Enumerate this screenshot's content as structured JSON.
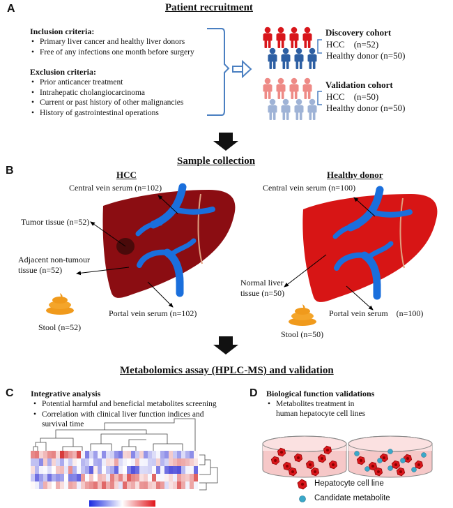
{
  "panel_a": {
    "letter": "A",
    "title": "Patient recruitment",
    "inclusion_title": "Inclusion criteria:",
    "inclusion_items": [
      "Primary liver cancer and healthy liver donors",
      "Free of any infections one month before surgery"
    ],
    "exclusion_title": "Exclusion criteria:",
    "exclusion_items": [
      "Prior anticancer treatment",
      "Intrahepatic cholangiocarcinoma",
      "Current or past history of other malignancies",
      "History of gastrointestinal operations"
    ],
    "discovery": {
      "title": "Discovery cohort",
      "hcc": "HCC    (n=52)",
      "healthy": "Healthy donor (n=50)"
    },
    "validation": {
      "title": "Validation cohort",
      "hcc": "HCC    (n=50)",
      "healthy": "Healthy donor (n=50)"
    }
  },
  "panel_b": {
    "letter": "B",
    "title": "Sample collection",
    "hcc_heading": "HCC",
    "healthy_heading": "Healthy donor",
    "hcc_central": "Central vein serum (n=102)",
    "hcc_tumor": "Tumor tissue (n=52)",
    "hcc_adjacent_1": "Adjacent non-tumour",
    "hcc_adjacent_2": "tissue (n=52)",
    "hcc_portal": "Portal vein serum (n=102)",
    "hcc_stool": "Stool (n=52)",
    "hd_central": "Central vein serum (n=100)",
    "hd_normal_1": "Normal liver",
    "hd_normal_2": "tissue (n=50)",
    "hd_portal": "Portal vein serum    (n=100)",
    "hd_stool": "Stool (n=50)"
  },
  "assay_title": "Metabolomics assay (HPLC-MS) and validation",
  "panel_c": {
    "letter": "C",
    "title": "Integrative analysis",
    "items": [
      "Potential harmful and beneficial metabolites screening",
      "Correlation with clinical liver function indices and"
    ],
    "item2_cont": "survival time"
  },
  "panel_d": {
    "letter": "D",
    "title": "Biological function validations",
    "item_1": "Metabolites treatment in",
    "item_2": "human hepatocyte cell lines",
    "legend_cell": "Hepatocyte cell line",
    "legend_metabolite": "Candidate metabolite"
  },
  "colors": {
    "discovery_hcc": "#d8161b",
    "discovery_healthy": "#2d5fa3",
    "validation_hcc": "#ee8a86",
    "validation_healthy": "#9fb3d6",
    "liver_hcc": "#8b0d12",
    "liver_healthy": "#d71515",
    "vein": "#1a6fdc",
    "stool": "#f09a1c",
    "bracket": "#4a7fc1"
  }
}
